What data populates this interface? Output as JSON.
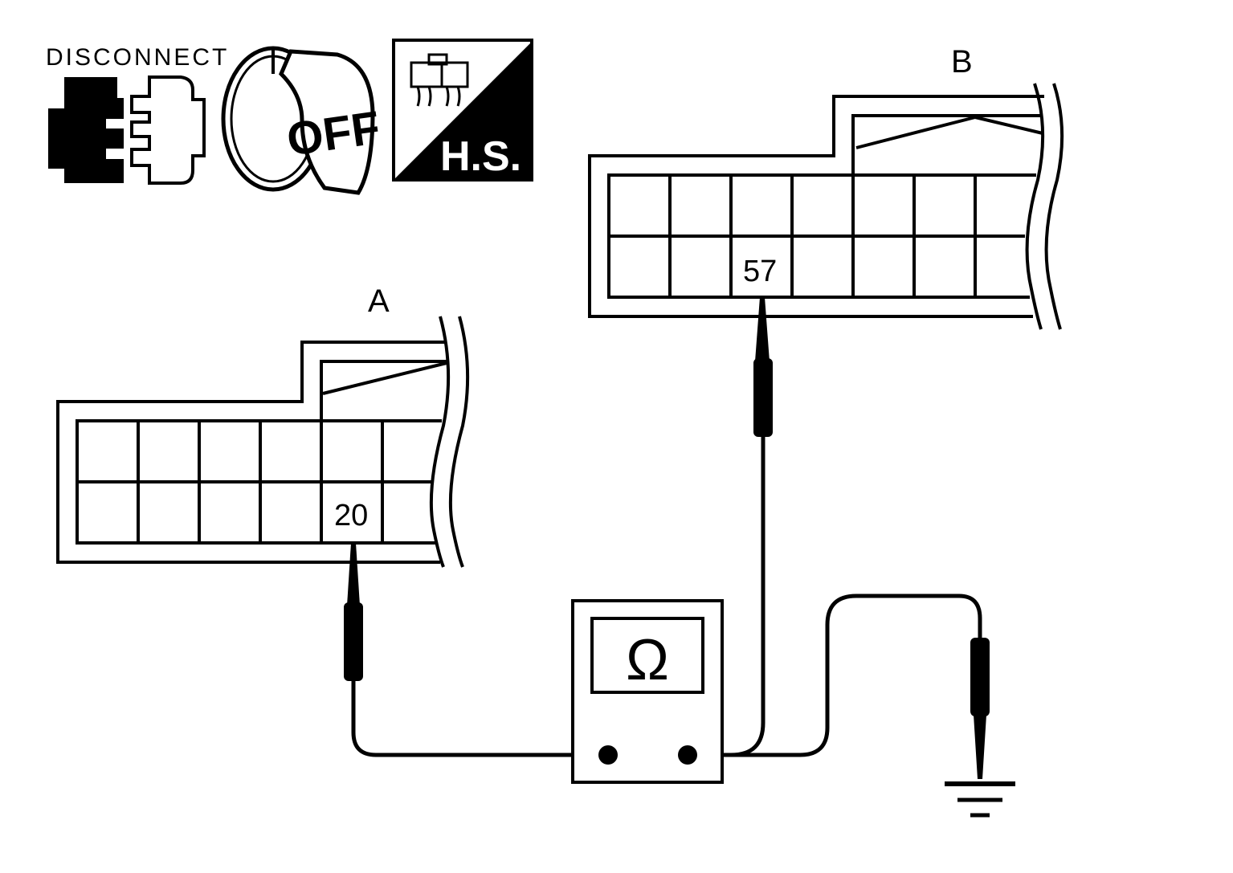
{
  "icons": {
    "disconnect_label": "DISCONNECT",
    "ignition_label": "OFF",
    "harness_side_label": "H.S."
  },
  "connector_a": {
    "label": "A",
    "pin_label": "20"
  },
  "connector_b": {
    "label": "B",
    "pin_label": "57"
  },
  "meter": {
    "symbol": "Ω"
  },
  "colors": {
    "line": "#000000",
    "background": "#ffffff"
  }
}
